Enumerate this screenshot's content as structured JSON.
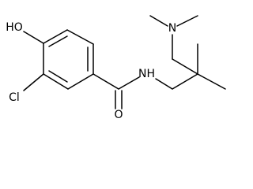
{
  "molecule": {
    "atoms": [
      {
        "id": "ho",
        "label": "HO",
        "anchor": "middle"
      },
      {
        "id": "cl",
        "label": "Cl",
        "anchor": "middle"
      },
      {
        "id": "o_carbonyl",
        "label": "O",
        "anchor": "middle"
      },
      {
        "id": "nh",
        "label": "NH",
        "anchor": "start"
      },
      {
        "id": "n_amine",
        "label": "N",
        "anchor": "middle"
      }
    ]
  }
}
